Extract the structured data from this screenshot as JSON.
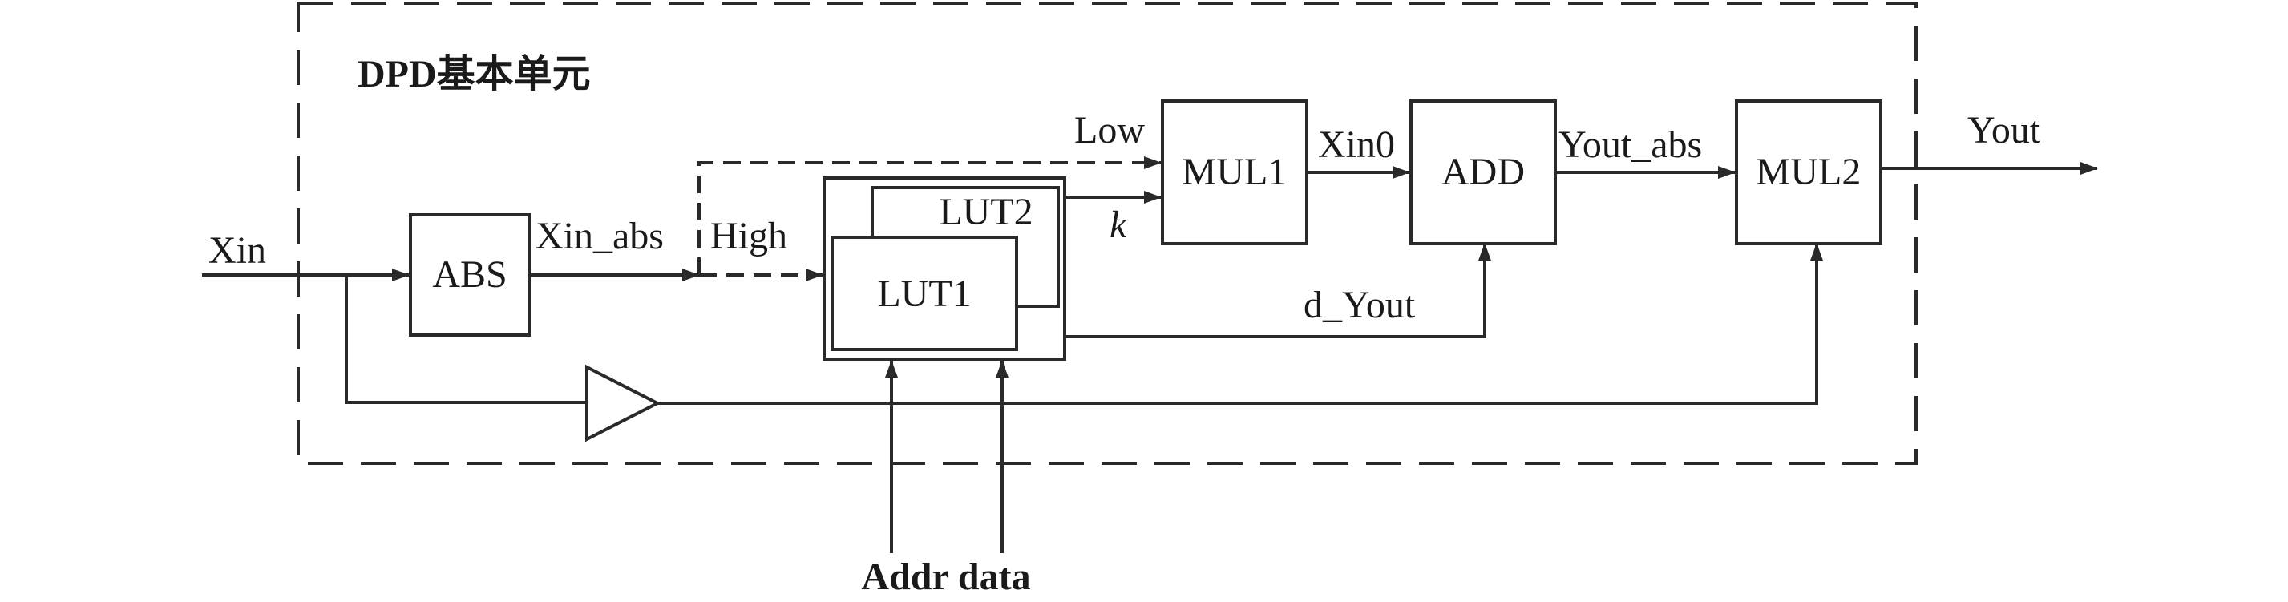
{
  "diagram": {
    "group_title": "DPD基本单元",
    "blocks": {
      "abs": "ABS",
      "lut1": "LUT1",
      "lut2": "LUT2",
      "mul1": "MUL1",
      "add": "ADD",
      "mul2": "MUL2"
    },
    "signals": {
      "xin": "Xin",
      "xin_abs": "Xin_abs",
      "high": "High",
      "low": "Low",
      "k": "k",
      "xin0": "Xin0",
      "yout_abs": "Yout_abs",
      "yout": "Yout",
      "d_yout": "d_Yout"
    },
    "bottom_inputs": "Addr data"
  }
}
